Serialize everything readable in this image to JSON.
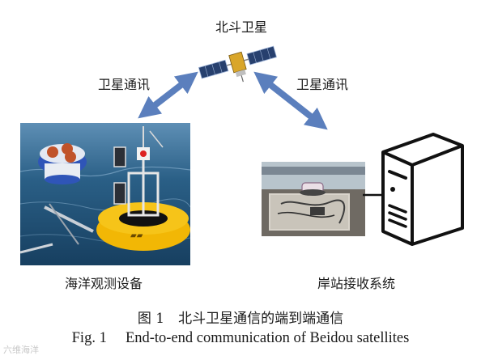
{
  "satellite_label": "北斗卫星",
  "link_left_label": "卫星通讯",
  "link_right_label": "卫星通讯",
  "ocean_label": "海洋观测设备",
  "shore_label": "岸站接收系统",
  "caption_cn": "图 1　北斗卫星通信的端到端通信",
  "caption_en": "Fig. 1     End-to-end communication of Beidou satellites",
  "watermark": "六维海洋",
  "colors": {
    "arrow": "#5b7fbd",
    "sea": "#2a5f86",
    "buoy": "#f2b705",
    "server": "#111111"
  }
}
